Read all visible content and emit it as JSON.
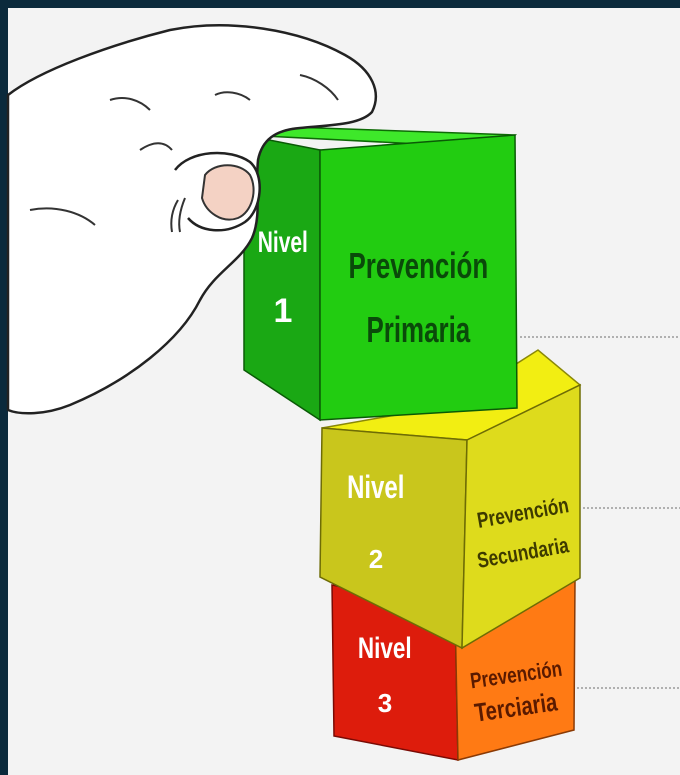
{
  "colors": {
    "border": "#0b2a3c",
    "background": "#f3f3f3",
    "level1": "#22cc11",
    "level2": "#d4d21e",
    "level3": "#dd1c0c",
    "level3_side": "#ff7a14",
    "text_dark": "#0a4a0a",
    "text_light": "#ffffff"
  },
  "icons": {
    "hand": "hand-holding-block-icon"
  },
  "blocks": [
    {
      "nivel_label": "Nivel",
      "nivel_number": "1",
      "title_line1": "Prevención",
      "title_line2": "Primaria"
    },
    {
      "nivel_label": "Nivel",
      "nivel_number": "2",
      "title_line1": "Prevención",
      "title_line2": "Secundaria"
    },
    {
      "nivel_label": "Nivel",
      "nivel_number": "3",
      "title_line1": "Prevención",
      "title_line2": "Terciaria"
    }
  ]
}
